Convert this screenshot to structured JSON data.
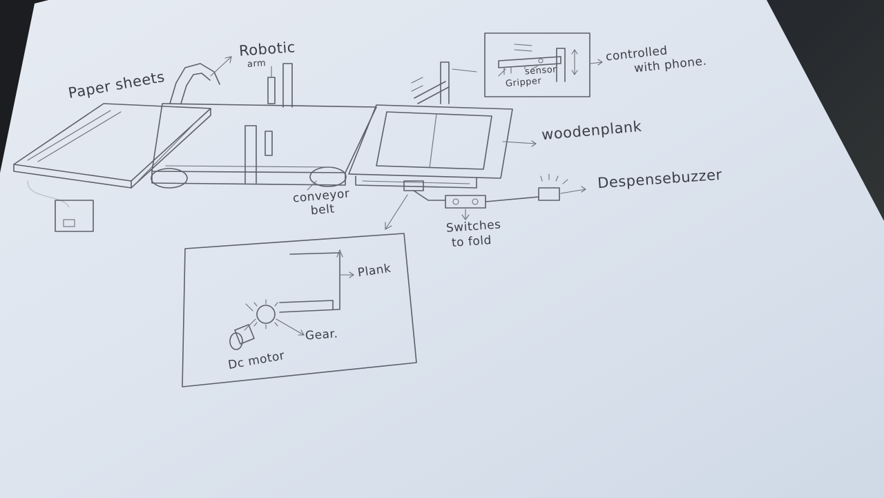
{
  "labels": {
    "paper_sheets": "Paper sheets",
    "robotic_arm_line1": "Robotic",
    "robotic_arm_line2": "arm",
    "controlled_line1": "controlled",
    "controlled_line2": "with phone.",
    "sensor": "sensor",
    "gripper": "Gripper",
    "wooden_plank": "woodenplank",
    "dispense_buzzer": "Despensebuzzer",
    "conveyor_line1": "conveyor",
    "conveyor_line2": "belt",
    "switches_line1": "Switches",
    "switches_line2": "to fold",
    "plank": "Plank",
    "gear": "Gear.",
    "dc_motor": "Dc motor"
  },
  "colors": {
    "paper": "#dfe6ef",
    "pencil": "#4a4f58",
    "background": "#1c1f22"
  }
}
